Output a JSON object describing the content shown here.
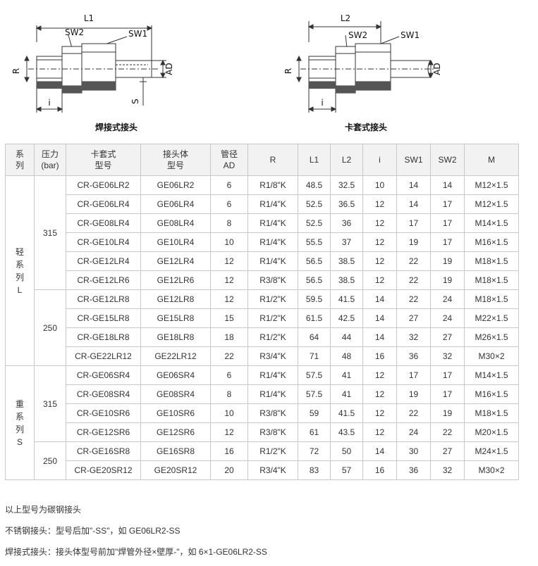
{
  "figures": [
    {
      "caption": "焊接式接头",
      "labels": {
        "length": "L1",
        "sw2": "SW2",
        "sw1": "SW1",
        "r": "R",
        "ad": "AD",
        "i": "i",
        "s": "S"
      }
    },
    {
      "caption": "卡套式接头",
      "labels": {
        "length": "L2",
        "sw2": "SW2",
        "sw1": "SW1",
        "r": "R",
        "ad": "AD",
        "i": "i"
      }
    }
  ],
  "table": {
    "headers": [
      [
        "系",
        "列"
      ],
      [
        "压力",
        "(bar)"
      ],
      [
        "卡套式",
        "型号"
      ],
      [
        "接头体",
        "型号"
      ],
      [
        "管径",
        "AD"
      ],
      [
        "R"
      ],
      [
        "L1"
      ],
      [
        "L2"
      ],
      [
        "i"
      ],
      [
        "SW1"
      ],
      [
        "SW2"
      ],
      [
        "M"
      ]
    ],
    "groups": [
      {
        "series": [
          "轻",
          "系",
          "列",
          "L"
        ],
        "pressures": [
          {
            "value": "315",
            "rows": [
              [
                "CR-GE06LR2",
                "GE06LR2",
                "6",
                "R1/8\"K",
                "48.5",
                "32.5",
                "10",
                "14",
                "14",
                "M12×1.5"
              ],
              [
                "CR-GE06LR4",
                "GE06LR4",
                "6",
                "R1/4\"K",
                "52.5",
                "36.5",
                "12",
                "14",
                "17",
                "M12×1.5"
              ],
              [
                "CR-GE08LR4",
                "GE08LR4",
                "8",
                "R1/4\"K",
                "52.5",
                "36",
                "12",
                "17",
                "17",
                "M14×1.5"
              ],
              [
                "CR-GE10LR4",
                "GE10LR4",
                "10",
                "R1/4\"K",
                "55.5",
                "37",
                "12",
                "19",
                "17",
                "M16×1.5"
              ],
              [
                "CR-GE12LR4",
                "GE12LR4",
                "12",
                "R1/4\"K",
                "56.5",
                "38.5",
                "12",
                "22",
                "19",
                "M18×1.5"
              ],
              [
                "CR-GE12LR6",
                "GE12LR6",
                "12",
                "R3/8\"K",
                "56.5",
                "38.5",
                "12",
                "22",
                "19",
                "M18×1.5"
              ]
            ]
          },
          {
            "value": "250",
            "rows": [
              [
                "CR-GE12LR8",
                "GE12LR8",
                "12",
                "R1/2\"K",
                "59.5",
                "41.5",
                "14",
                "22",
                "24",
                "M18×1.5"
              ],
              [
                "CR-GE15LR8",
                "GE15LR8",
                "15",
                "R1/2\"K",
                "61.5",
                "42.5",
                "14",
                "27",
                "24",
                "M22×1.5"
              ],
              [
                "CR-GE18LR8",
                "GE18LR8",
                "18",
                "R1/2\"K",
                "64",
                "44",
                "14",
                "32",
                "27",
                "M26×1.5"
              ],
              [
                "CR-GE22LR12",
                "GE22LR12",
                "22",
                "R3/4\"K",
                "71",
                "48",
                "16",
                "36",
                "32",
                "M30×2"
              ]
            ]
          }
        ]
      },
      {
        "series": [
          "重",
          "系",
          "列",
          "S"
        ],
        "pressures": [
          {
            "value": "315",
            "rows": [
              [
                "CR-GE06SR4",
                "GE06SR4",
                "6",
                "R1/4\"K",
                "57.5",
                "41",
                "12",
                "17",
                "17",
                "M14×1.5"
              ],
              [
                "CR-GE08SR4",
                "GE08SR4",
                "8",
                "R1/4\"K",
                "57.5",
                "41",
                "12",
                "19",
                "17",
                "M16×1.5"
              ],
              [
                "CR-GE10SR6",
                "GE10SR6",
                "10",
                "R3/8\"K",
                "59",
                "41.5",
                "12",
                "22",
                "19",
                "M18×1.5"
              ],
              [
                "CR-GE12SR6",
                "GE12SR6",
                "12",
                "R3/8\"K",
                "61",
                "43.5",
                "12",
                "24",
                "22",
                "M20×1.5"
              ]
            ]
          },
          {
            "value": "250",
            "rows": [
              [
                "CR-GE16SR8",
                "GE16SR8",
                "16",
                "R1/2\"K",
                "72",
                "50",
                "14",
                "30",
                "27",
                "M24×1.5"
              ],
              [
                "CR-GE20SR12",
                "GE20SR12",
                "20",
                "R3/4\"K",
                "83",
                "57",
                "16",
                "36",
                "32",
                "M30×2"
              ]
            ]
          }
        ]
      }
    ]
  },
  "notes": [
    "以上型号为碳钢接头",
    "不锈钢接头：型号后加\"-SS\"，如 GE06LR2-SS",
    "焊接式接头：接头体型号前加\"焊管外径×壁厚-\"，如 6×1-GE06LR2-SS"
  ]
}
